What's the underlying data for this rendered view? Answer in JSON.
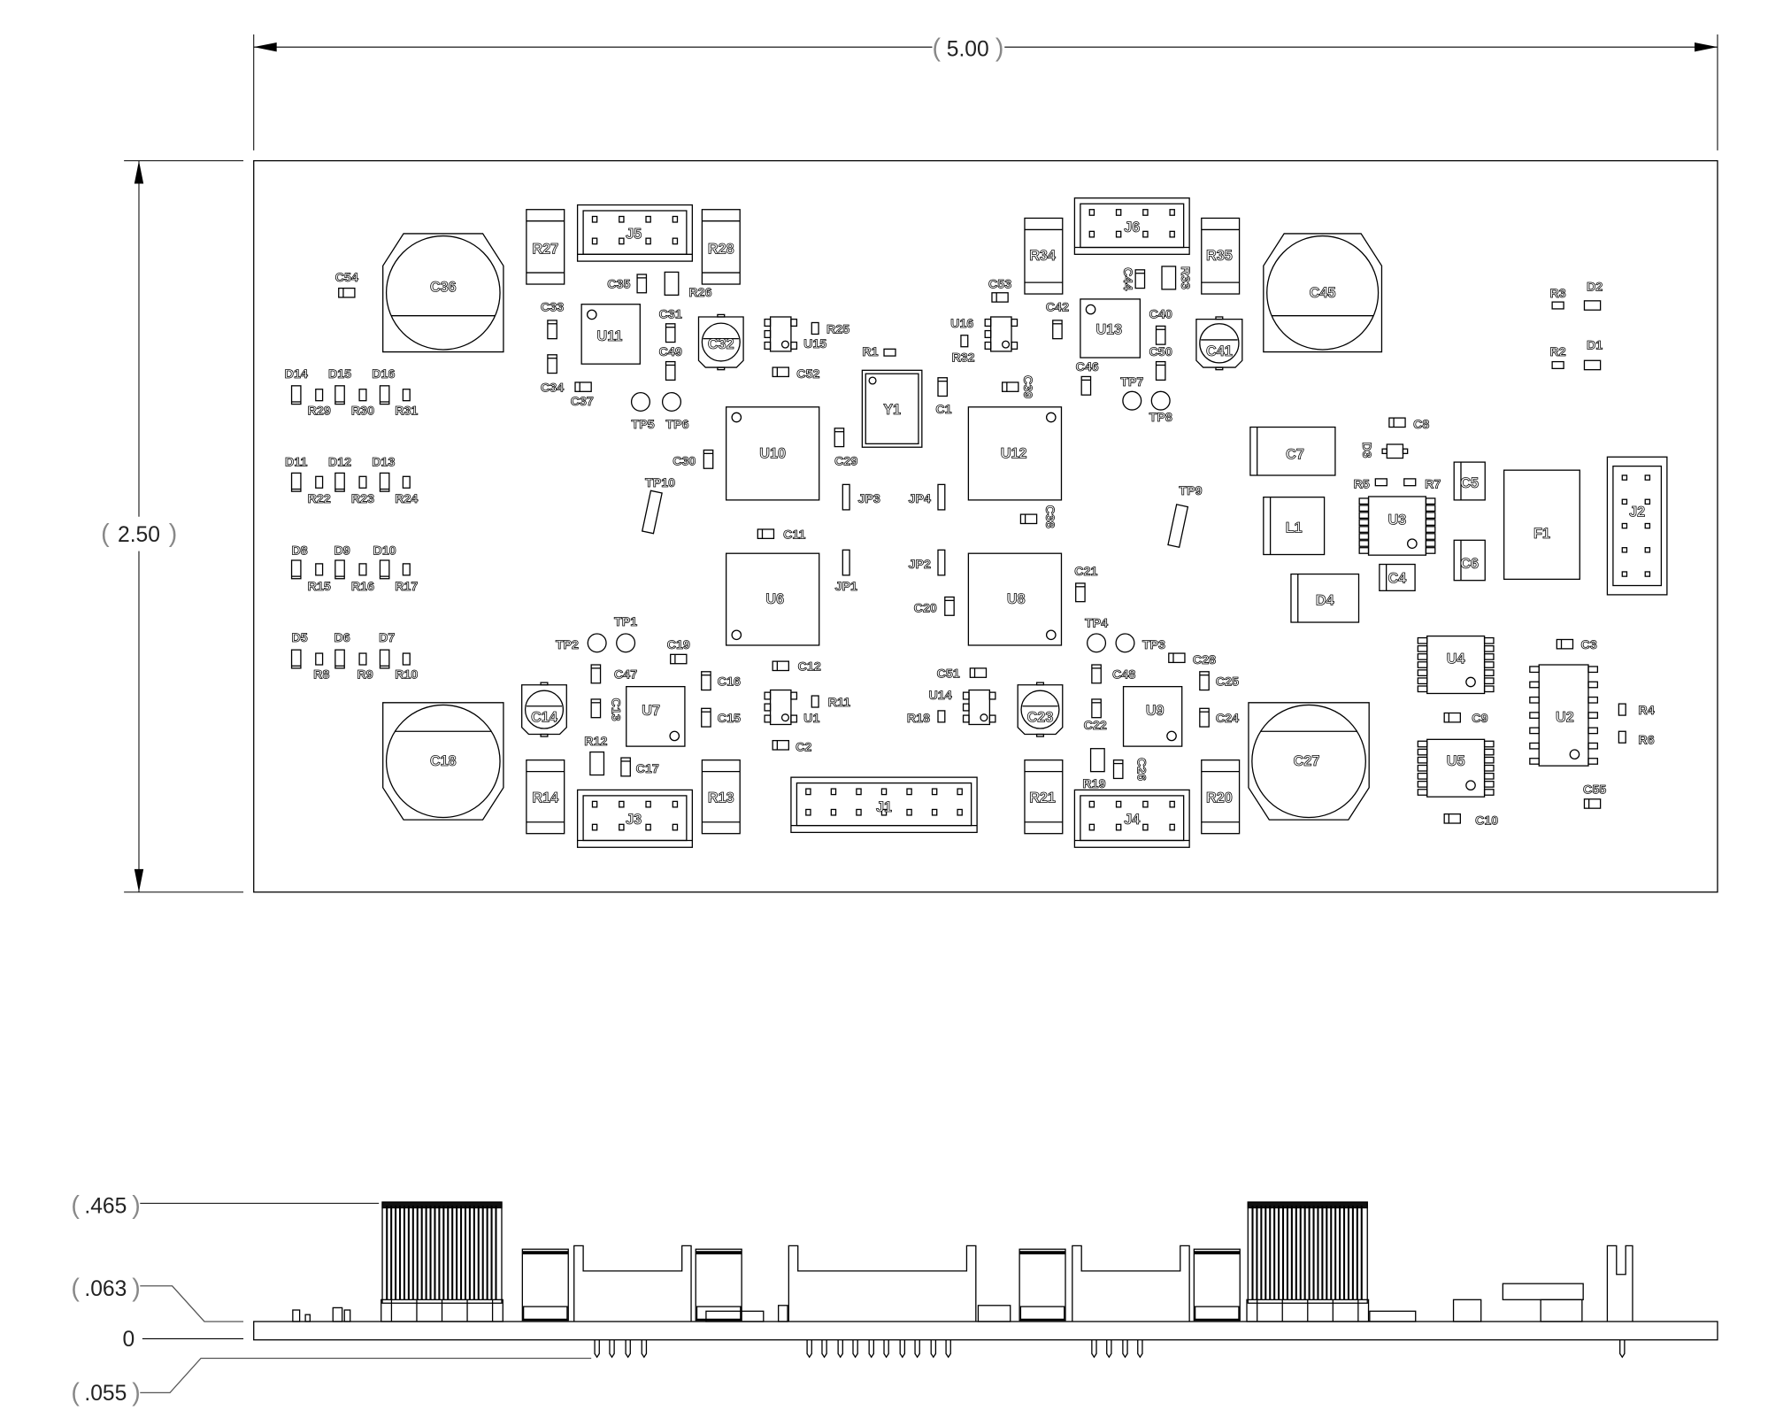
{
  "dimensions": {
    "board_width": "5.00",
    "board_height": "2.50",
    "side_view": {
      "top_height": ".465",
      "board_thickness": ".063",
      "zero": "0",
      "pin_depth": ".055"
    }
  },
  "components": [
    "C36",
    "C45",
    "C18",
    "C27",
    "C32",
    "C41",
    "C14",
    "C23",
    "R27",
    "R28",
    "R34",
    "R35",
    "R14",
    "R13",
    "R21",
    "R20",
    "J5",
    "J6",
    "J3",
    "J4",
    "J1",
    "J2",
    "U11",
    "U13",
    "U7",
    "U9",
    "U10",
    "U12",
    "U6",
    "U8",
    "Y1",
    "U15",
    "U16",
    "U1",
    "U14",
    "U3",
    "U4",
    "U5",
    "U2",
    "C7",
    "L1",
    "D4",
    "F1",
    "C5",
    "C6",
    "C4",
    "TP5",
    "TP6",
    "TP7",
    "TP8",
    "TP1",
    "TP2",
    "TP4",
    "TP3",
    "TP10",
    "TP9",
    "C54",
    "C35",
    "R26",
    "C33",
    "C34",
    "C37",
    "C31",
    "C49",
    "R25",
    "C52",
    "R1",
    "C1",
    "C29",
    "C30",
    "C53",
    "R32",
    "C39",
    "C42",
    "C46",
    "C40",
    "C50",
    "C44",
    "R33",
    "R3",
    "D2",
    "R2",
    "D1",
    "D14",
    "R29",
    "D15",
    "R30",
    "D16",
    "R31",
    "D11",
    "R22",
    "D12",
    "R23",
    "D13",
    "R24",
    "D8",
    "R15",
    "D9",
    "R16",
    "D10",
    "R17",
    "D5",
    "R8",
    "D6",
    "R9",
    "D7",
    "R10",
    "C8",
    "D3",
    "R5",
    "R7",
    "C11",
    "JP3",
    "JP4",
    "JP1",
    "JP2",
    "C38",
    "C21",
    "C20",
    "C19",
    "C47",
    "C13",
    "C16",
    "C15",
    "C12",
    "R11",
    "C2",
    "R12",
    "C17",
    "C51",
    "R18",
    "C48",
    "C22",
    "C28",
    "C25",
    "C24",
    "C26",
    "R19",
    "C3",
    "C9",
    "C10",
    "R4",
    "R6",
    "C55"
  ]
}
